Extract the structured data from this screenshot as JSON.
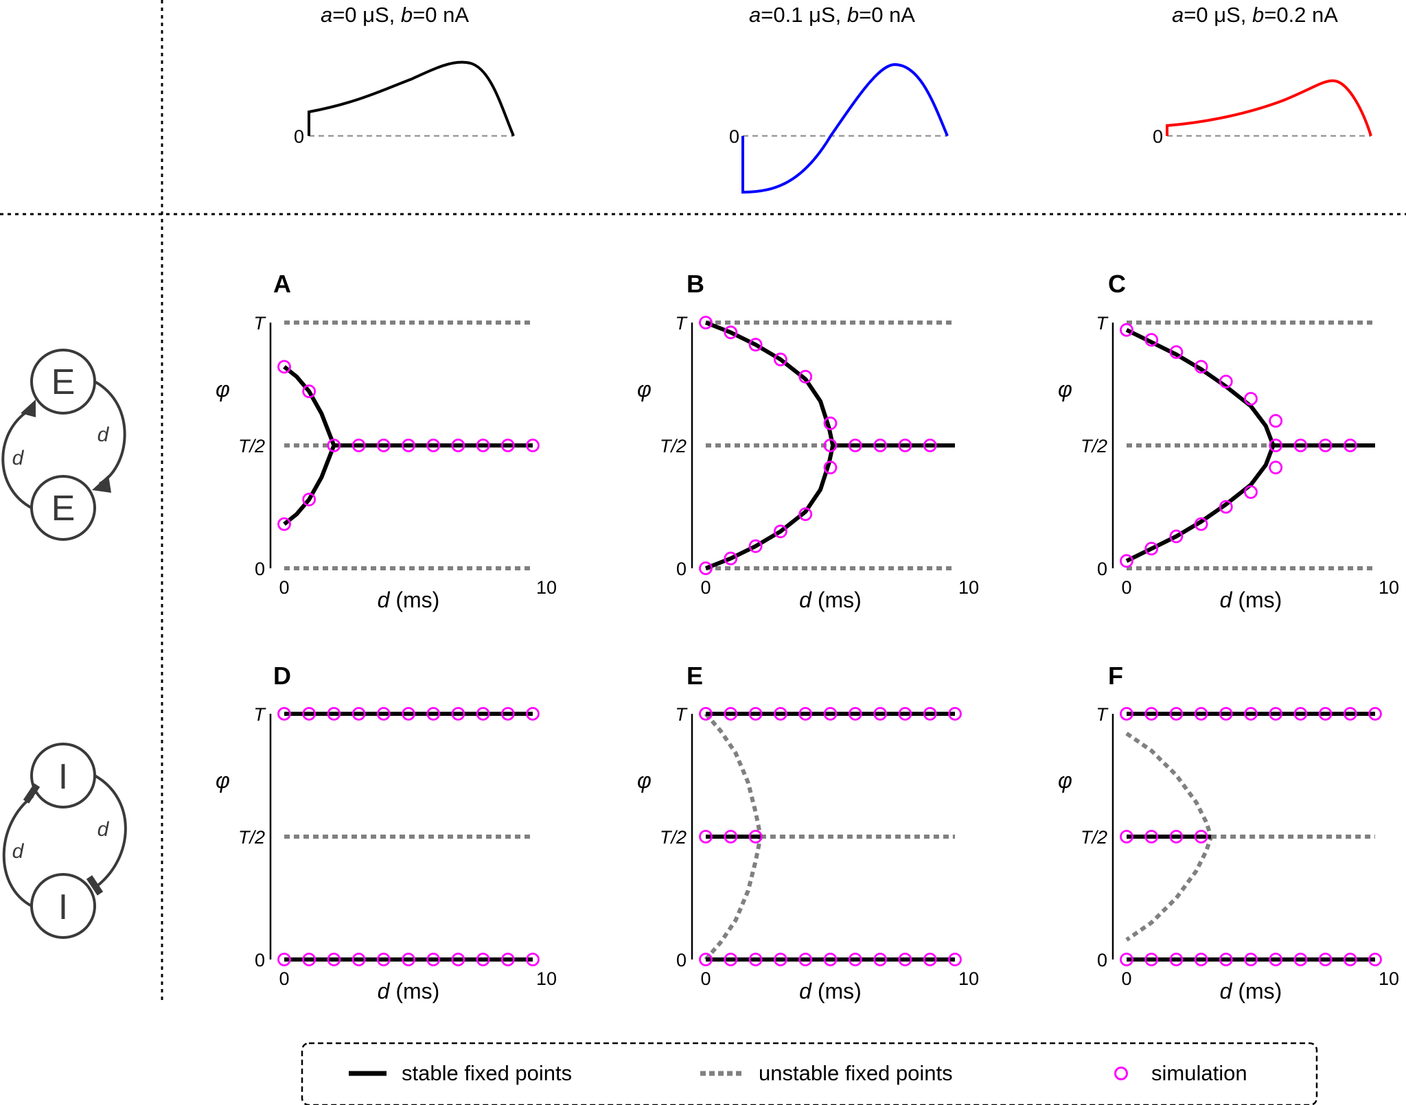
{
  "prc_panels": [
    {
      "title_a": "a",
      "title_a_val": "=0 μS,  ",
      "title_b": "b",
      "title_b_val": "=0 nA",
      "color": "#000000",
      "zero_label": "0"
    },
    {
      "title_a": "a",
      "title_a_val": "=0.1 μS,  ",
      "title_b": "b",
      "title_b_val": "=0 nA",
      "color": "#0000ff",
      "zero_label": "0"
    },
    {
      "title_a": "a",
      "title_a_val": "=0 μS,  ",
      "title_b": "b",
      "title_b_val": "=0.2 nA",
      "color": "#ff0000",
      "zero_label": "0"
    }
  ],
  "motifs": {
    "excitatory": {
      "node_label": "E",
      "delay_label": "d"
    },
    "inhibitory": {
      "node_label": "I",
      "delay_label": "d"
    }
  },
  "axes": {
    "y_ticks": [
      "T",
      "T/2",
      "0"
    ],
    "y_label": "φ",
    "x_tick_min": "0",
    "x_tick_max": "10",
    "x_label_var": "d",
    "x_label_unit": " (ms)"
  },
  "legend": {
    "stable": "stable fixed points",
    "unstable": "unstable fixed points",
    "simulation": "simulation"
  },
  "colors": {
    "stable": "#000000",
    "unstable": "#808080",
    "simulation": "#ff00ff"
  },
  "chart_data": [
    {
      "panel": "A",
      "type": "line",
      "xlim": [
        0,
        10
      ],
      "y_units": "fraction of T",
      "unstable_lines": [
        [
          [
            0,
            1
          ],
          [
            10,
            1
          ]
        ],
        [
          [
            0,
            0.5
          ],
          [
            2,
            0.5
          ]
        ],
        [
          [
            0,
            0
          ],
          [
            10,
            0
          ]
        ]
      ],
      "stable_lines": [
        [
          [
            0,
            0.82
          ],
          [
            0.5,
            0.78
          ],
          [
            1.0,
            0.72
          ],
          [
            1.5,
            0.63
          ],
          [
            2.0,
            0.5
          ]
        ],
        [
          [
            0,
            0.18
          ],
          [
            0.5,
            0.22
          ],
          [
            1.0,
            0.28
          ],
          [
            1.5,
            0.37
          ],
          [
            2.0,
            0.5
          ]
        ],
        [
          [
            2.0,
            0.5
          ],
          [
            10,
            0.5
          ]
        ]
      ],
      "simulation": [
        [
          0,
          0.82
        ],
        [
          1,
          0.72
        ],
        [
          2,
          0.5
        ],
        [
          3,
          0.5
        ],
        [
          4,
          0.5
        ],
        [
          5,
          0.5
        ],
        [
          6,
          0.5
        ],
        [
          7,
          0.5
        ],
        [
          8,
          0.5
        ],
        [
          9,
          0.5
        ],
        [
          10,
          0.5
        ],
        [
          1,
          0.28
        ],
        [
          0,
          0.18
        ]
      ]
    },
    {
      "panel": "B",
      "type": "line",
      "xlim": [
        0,
        10
      ],
      "y_units": "fraction of T",
      "unstable_lines": [
        [
          [
            0,
            1
          ],
          [
            10,
            1
          ]
        ],
        [
          [
            0,
            0.5
          ],
          [
            5,
            0.5
          ]
        ],
        [
          [
            0,
            0
          ],
          [
            10,
            0
          ]
        ]
      ],
      "stable_lines": [
        [
          [
            0,
            1.0
          ],
          [
            1,
            0.96
          ],
          [
            2,
            0.91
          ],
          [
            3,
            0.85
          ],
          [
            4,
            0.77
          ],
          [
            4.6,
            0.68
          ],
          [
            4.95,
            0.57
          ],
          [
            5.1,
            0.5
          ]
        ],
        [
          [
            0,
            0.0
          ],
          [
            1,
            0.04
          ],
          [
            2,
            0.09
          ],
          [
            3,
            0.15
          ],
          [
            4,
            0.23
          ],
          [
            4.6,
            0.32
          ],
          [
            4.95,
            0.43
          ],
          [
            5.1,
            0.5
          ]
        ],
        [
          [
            5.1,
            0.5
          ],
          [
            10,
            0.5
          ]
        ]
      ],
      "simulation": [
        [
          0,
          1.0
        ],
        [
          1,
          0.96
        ],
        [
          2,
          0.91
        ],
        [
          3,
          0.85
        ],
        [
          4,
          0.78
        ],
        [
          5,
          0.59
        ],
        [
          5,
          0.5
        ],
        [
          6,
          0.5
        ],
        [
          7,
          0.5
        ],
        [
          8,
          0.5
        ],
        [
          9,
          0.5
        ],
        [
          5,
          0.41
        ],
        [
          4,
          0.22
        ],
        [
          3,
          0.15
        ],
        [
          2,
          0.09
        ],
        [
          1,
          0.04
        ],
        [
          0,
          0.0
        ]
      ]
    },
    {
      "panel": "C",
      "type": "line",
      "xlim": [
        0,
        10
      ],
      "y_units": "fraction of T",
      "unstable_lines": [
        [
          [
            0,
            1
          ],
          [
            10,
            1
          ]
        ],
        [
          [
            0,
            0.5
          ],
          [
            6,
            0.5
          ]
        ],
        [
          [
            0,
            0
          ],
          [
            10,
            0
          ]
        ]
      ],
      "stable_lines": [
        [
          [
            0,
            0.97
          ],
          [
            1,
            0.92
          ],
          [
            2,
            0.87
          ],
          [
            3,
            0.81
          ],
          [
            4,
            0.74
          ],
          [
            5,
            0.66
          ],
          [
            5.6,
            0.58
          ],
          [
            5.9,
            0.5
          ]
        ],
        [
          [
            0,
            0.03
          ],
          [
            1,
            0.08
          ],
          [
            2,
            0.13
          ],
          [
            3,
            0.19
          ],
          [
            4,
            0.26
          ],
          [
            5,
            0.34
          ],
          [
            5.6,
            0.42
          ],
          [
            5.9,
            0.5
          ]
        ],
        [
          [
            5.9,
            0.5
          ],
          [
            10,
            0.5
          ]
        ]
      ],
      "simulation": [
        [
          0,
          0.97
        ],
        [
          1,
          0.93
        ],
        [
          2,
          0.88
        ],
        [
          3,
          0.82
        ],
        [
          4,
          0.76
        ],
        [
          5,
          0.69
        ],
        [
          6,
          0.6
        ],
        [
          6,
          0.5
        ],
        [
          7,
          0.5
        ],
        [
          8,
          0.5
        ],
        [
          9,
          0.5
        ],
        [
          6,
          0.41
        ],
        [
          5,
          0.31
        ],
        [
          4,
          0.25
        ],
        [
          3,
          0.18
        ],
        [
          2,
          0.13
        ],
        [
          1,
          0.08
        ],
        [
          0,
          0.03
        ]
      ]
    },
    {
      "panel": "D",
      "type": "line",
      "xlim": [
        0,
        10
      ],
      "y_units": "fraction of T",
      "unstable_lines": [
        [
          [
            0,
            0.5
          ],
          [
            10,
            0.5
          ]
        ]
      ],
      "stable_lines": [
        [
          [
            0,
            1
          ],
          [
            10,
            1
          ]
        ],
        [
          [
            0,
            0
          ],
          [
            10,
            0
          ]
        ]
      ],
      "simulation": [
        [
          0,
          1
        ],
        [
          1,
          1
        ],
        [
          2,
          1
        ],
        [
          3,
          1
        ],
        [
          4,
          1
        ],
        [
          5,
          1
        ],
        [
          6,
          1
        ],
        [
          7,
          1
        ],
        [
          8,
          1
        ],
        [
          9,
          1
        ],
        [
          10,
          1
        ],
        [
          0,
          0
        ],
        [
          1,
          0
        ],
        [
          2,
          0
        ],
        [
          3,
          0
        ],
        [
          4,
          0
        ],
        [
          5,
          0
        ],
        [
          6,
          0
        ],
        [
          7,
          0
        ],
        [
          8,
          0
        ],
        [
          9,
          0
        ],
        [
          10,
          0
        ]
      ]
    },
    {
      "panel": "E",
      "type": "line",
      "xlim": [
        0,
        10
      ],
      "y_units": "fraction of T",
      "unstable_lines": [
        [
          [
            2.2,
            0.5
          ],
          [
            10,
            0.5
          ]
        ],
        [
          [
            0,
            1.0
          ],
          [
            0.6,
            0.93
          ],
          [
            1.2,
            0.84
          ],
          [
            1.7,
            0.72
          ],
          [
            2.0,
            0.6
          ],
          [
            2.2,
            0.5
          ],
          [
            2.0,
            0.4
          ],
          [
            1.7,
            0.28
          ],
          [
            1.2,
            0.16
          ],
          [
            0.6,
            0.07
          ],
          [
            0,
            0.0
          ]
        ]
      ],
      "stable_lines": [
        [
          [
            0,
            1
          ],
          [
            10,
            1
          ]
        ],
        [
          [
            0,
            0.5
          ],
          [
            2.2,
            0.5
          ]
        ],
        [
          [
            0,
            0
          ],
          [
            10,
            0
          ]
        ]
      ],
      "simulation": [
        [
          0,
          1
        ],
        [
          1,
          1
        ],
        [
          2,
          1
        ],
        [
          3,
          1
        ],
        [
          4,
          1
        ],
        [
          5,
          1
        ],
        [
          6,
          1
        ],
        [
          7,
          1
        ],
        [
          8,
          1
        ],
        [
          9,
          1
        ],
        [
          10,
          1
        ],
        [
          0,
          0.5
        ],
        [
          1,
          0.5
        ],
        [
          2,
          0.5
        ],
        [
          0,
          0
        ],
        [
          1,
          0
        ],
        [
          2,
          0
        ],
        [
          3,
          0
        ],
        [
          4,
          0
        ],
        [
          5,
          0
        ],
        [
          6,
          0
        ],
        [
          7,
          0
        ],
        [
          8,
          0
        ],
        [
          9,
          0
        ],
        [
          10,
          0
        ]
      ]
    },
    {
      "panel": "F",
      "type": "line",
      "xlim": [
        0,
        10
      ],
      "y_units": "fraction of T",
      "unstable_lines": [
        [
          [
            3.4,
            0.5
          ],
          [
            10,
            0.5
          ]
        ],
        [
          [
            0,
            0.92
          ],
          [
            1,
            0.85
          ],
          [
            2,
            0.75
          ],
          [
            2.8,
            0.64
          ],
          [
            3.2,
            0.56
          ],
          [
            3.4,
            0.5
          ],
          [
            3.2,
            0.44
          ],
          [
            2.8,
            0.36
          ],
          [
            2,
            0.25
          ],
          [
            1,
            0.15
          ],
          [
            0,
            0.08
          ]
        ]
      ],
      "stable_lines": [
        [
          [
            0,
            1
          ],
          [
            10,
            1
          ]
        ],
        [
          [
            0,
            0.5
          ],
          [
            3.4,
            0.5
          ]
        ],
        [
          [
            0,
            0
          ],
          [
            10,
            0
          ]
        ]
      ],
      "simulation": [
        [
          0,
          1
        ],
        [
          1,
          1
        ],
        [
          2,
          1
        ],
        [
          3,
          1
        ],
        [
          4,
          1
        ],
        [
          5,
          1
        ],
        [
          6,
          1
        ],
        [
          7,
          1
        ],
        [
          8,
          1
        ],
        [
          9,
          1
        ],
        [
          10,
          1
        ],
        [
          0,
          0.5
        ],
        [
          1,
          0.5
        ],
        [
          2,
          0.5
        ],
        [
          3,
          0.5
        ],
        [
          0,
          0
        ],
        [
          1,
          0
        ],
        [
          2,
          0
        ],
        [
          3,
          0
        ],
        [
          4,
          0
        ],
        [
          5,
          0
        ],
        [
          6,
          0
        ],
        [
          7,
          0
        ],
        [
          8,
          0
        ],
        [
          9,
          0
        ],
        [
          10,
          0
        ]
      ]
    }
  ]
}
